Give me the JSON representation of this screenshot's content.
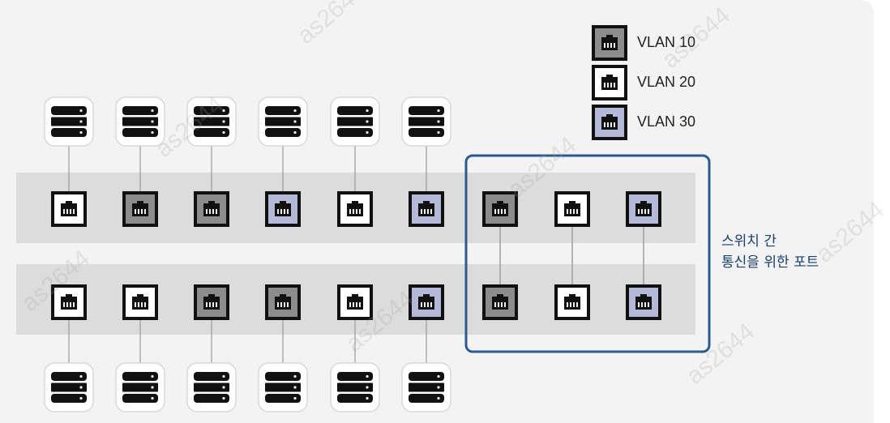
{
  "legend": [
    {
      "label": "VLAN 10",
      "vlan": 10
    },
    {
      "label": "VLAN 20",
      "vlan": 20
    },
    {
      "label": "VLAN 30",
      "vlan": 30
    }
  ],
  "vlan_colors": {
    "10": "#8c8c8c",
    "20": "#ffffff",
    "30": "#b3b9d6"
  },
  "accent_color": "#2d5b8e",
  "switch_top": {
    "access_ports": [
      20,
      10,
      10,
      30,
      20,
      30
    ],
    "trunk_ports": [
      10,
      20,
      30
    ]
  },
  "switch_bottom": {
    "access_ports": [
      20,
      20,
      10,
      10,
      20,
      30
    ],
    "trunk_ports": [
      10,
      20,
      30
    ]
  },
  "inter_switch_label": [
    "스위치 간",
    "통신을 위한 포트"
  ],
  "watermark": "as2644"
}
